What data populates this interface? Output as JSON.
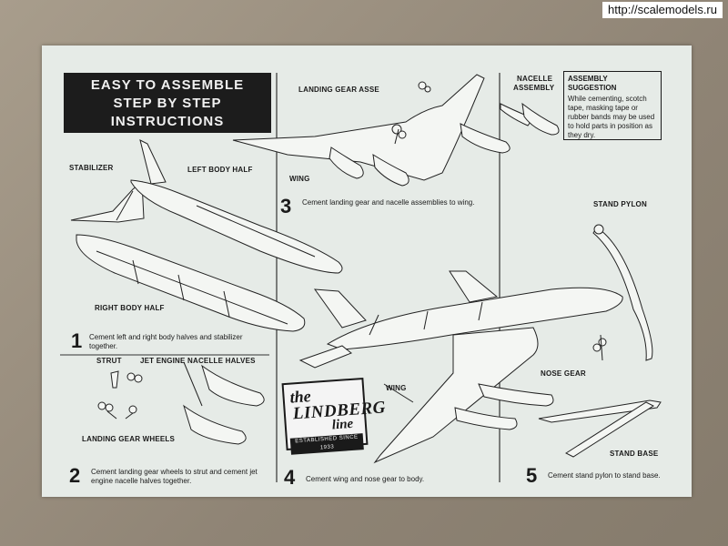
{
  "watermark": "http://scalemodels.ru",
  "title": {
    "line1": "EASY TO ASSEMBLE",
    "line2": "STEP BY STEP",
    "line3": "INSTRUCTIONS"
  },
  "labels": {
    "stabilizer": "STABILIZER",
    "left_body_half": "LEFT BODY HALF",
    "right_body_half": "RIGHT BODY HALF",
    "strut": "STRUT",
    "jet_engine_nacelle_halves": "JET ENGINE NACELLE HALVES",
    "landing_gear_wheels": "LANDING GEAR WHEELS",
    "landing_gear_asse": "LANDING GEAR ASSE",
    "wing_top": "WING",
    "nacelle_assembly_1": "NACELLE",
    "nacelle_assembly_2": "ASSEMBLY",
    "wing_mid": "WING",
    "stand_pylon": "STAND PYLON",
    "nose_gear": "NOSE GEAR",
    "stand_base": "STAND BASE"
  },
  "suggestion": {
    "heading": "ASSEMBLY SUGGESTION",
    "body": "While cementing, scotch tape, masking tape or rubber bands may be used to hold parts in position as they dry."
  },
  "steps": [
    {
      "num": "1",
      "text": "Cement left and right body halves and stabilizer together."
    },
    {
      "num": "2",
      "text": "Cement landing gear wheels to strut and cement jet engine nacelle halves together."
    },
    {
      "num": "3",
      "text": "Cement landing gear and nacelle assemblies to wing."
    },
    {
      "num": "4",
      "text": "Cement wing and nose gear to body."
    },
    {
      "num": "5",
      "text": "Cement stand pylon to stand base."
    }
  ],
  "logo": {
    "the": "the",
    "brand": "LINDBERG",
    "line": "line",
    "established": "ESTABLISHED SINCE 1933"
  }
}
